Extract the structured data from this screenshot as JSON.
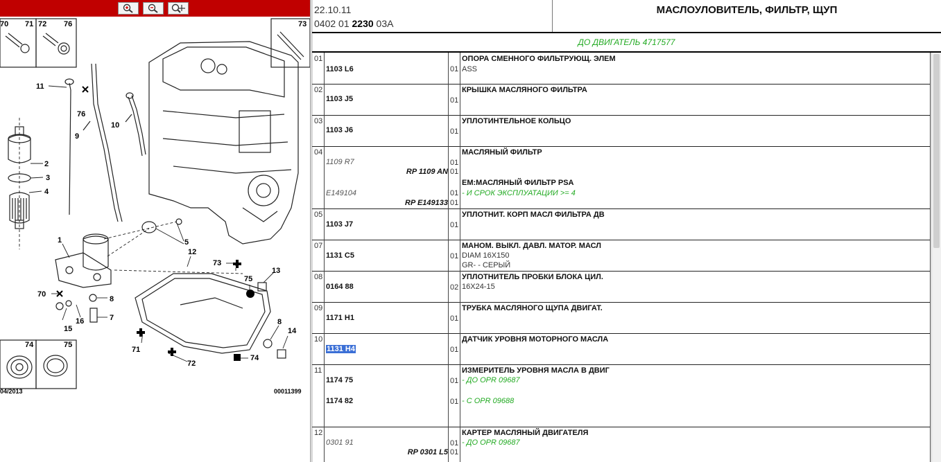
{
  "diagram": {
    "zoom_buttons": [
      {
        "name": "zoom-in-icon"
      },
      {
        "name": "zoom-out-icon"
      },
      {
        "name": "zoom-fit-icon"
      }
    ],
    "box_labels": {
      "b70": "70",
      "b71": "71",
      "b72": "72",
      "b76": "76",
      "b73": "73",
      "b74": "74",
      "b75": "75"
    },
    "part_labels": {
      "p11": "11",
      "p76": "76",
      "p9": "9",
      "p10": "10",
      "p2": "2",
      "p3": "3",
      "p4": "4",
      "p1": "1",
      "p5": "5",
      "p12": "12",
      "p73": "73",
      "p13": "13",
      "p75": "75",
      "p8a": "8",
      "p7": "7",
      "p70": "70",
      "p16": "16",
      "p15": "15",
      "p8b": "8",
      "p14": "14",
      "p71": "71",
      "p72": "72",
      "p74": "74"
    },
    "date": "04/2013",
    "ref_no": "00011399"
  },
  "header": {
    "date": "22.10.11",
    "code_prefix": "0402 01",
    "code_bold": "2230",
    "code_suffix": "03A",
    "title": "МАСЛОУЛОВИТЕЛЬ, ФИЛЬТР, ЩУП"
  },
  "subheader": "ДО ДВИГАТЕЛЬ 4717577",
  "rows": [
    {
      "num": "01",
      "ref": "1103 L6",
      "qty": "01",
      "title": "ОПОРА СМЕННОГО ФИЛЬТРУЮЩ. ЭЛЕМ",
      "line1": "ASS"
    },
    {
      "num": "02",
      "ref": "1103 J5",
      "qty": "01",
      "title": "КРЫШКА МАСЛЯНОГО ФИЛЬТРА"
    },
    {
      "num": "03",
      "ref": "1103 J6",
      "qty": "01",
      "title": "УПЛОТИНТЕЛЬНОЕ КОЛЬЦО"
    },
    {
      "num": "04",
      "ref_a": "1109 R7",
      "qty_a": "01",
      "rp_a": "RP 1109 AN",
      "qty_a2": "01",
      "title": "МАСЛЯНЫЙ ФИЛЬТР",
      "title2": "ЕМ:МАСЛЯНЫЙ ФИЛЬТР PSA",
      "ref_b": "E149104",
      "qty_b": "01",
      "green_b": "- И СРОК ЭКСПЛУАТАЦИИ >= 4",
      "rp_b": "RP E149133",
      "qty_b2": "01"
    },
    {
      "num": "05",
      "ref": "1103 J7",
      "qty": "01",
      "title": "УПЛОТНИТ. КОРП МАСЛ ФИЛЬТРА ДВ"
    },
    {
      "num": "07",
      "ref": "1131 C5",
      "qty": "01",
      "title": "МАНОМ. ВЫКЛ. ДАВЛ. МАТОР. МАСЛ",
      "line1": "DIAM 16X150",
      "line2": "GR- - СЕРЫЙ"
    },
    {
      "num": "08",
      "ref": "0164 88",
      "qty": "02",
      "title": "УПЛОТНИТЕЛЬ ПРОБКИ БЛОКА ЦИЛ.",
      "line1": "16X24-15"
    },
    {
      "num": "09",
      "ref": "1171 H1",
      "qty": "01",
      "title": "ТРУБКА МАСЛЯНОГО ЩУПА ДВИГАТ."
    },
    {
      "num": "10",
      "ref": "1131 H4",
      "qty": "01",
      "title": "ДАТЧИК УРОВНЯ МОТОРНОГО МАСЛА"
    },
    {
      "num": "11",
      "ref_a": "1174 75",
      "qty_a": "01",
      "green_a": "- ДО OPR 09687",
      "ref_b": "1174 82",
      "qty_b": "01",
      "green_b": "- С OPR 09688",
      "title": "ИЗМЕРИТЕЛЬ УРОВНЯ МАСЛА В ДВИГ"
    },
    {
      "num": "12",
      "ref_a": "0301 91",
      "qty_a": "01",
      "green_a": "- ДО OPR 09687",
      "rp_a": "RP 0301 L5",
      "qty_a2": "01",
      "title": "КАРТЕР МАСЛЯНЫЙ ДВИГАТЕЛЯ"
    }
  ]
}
